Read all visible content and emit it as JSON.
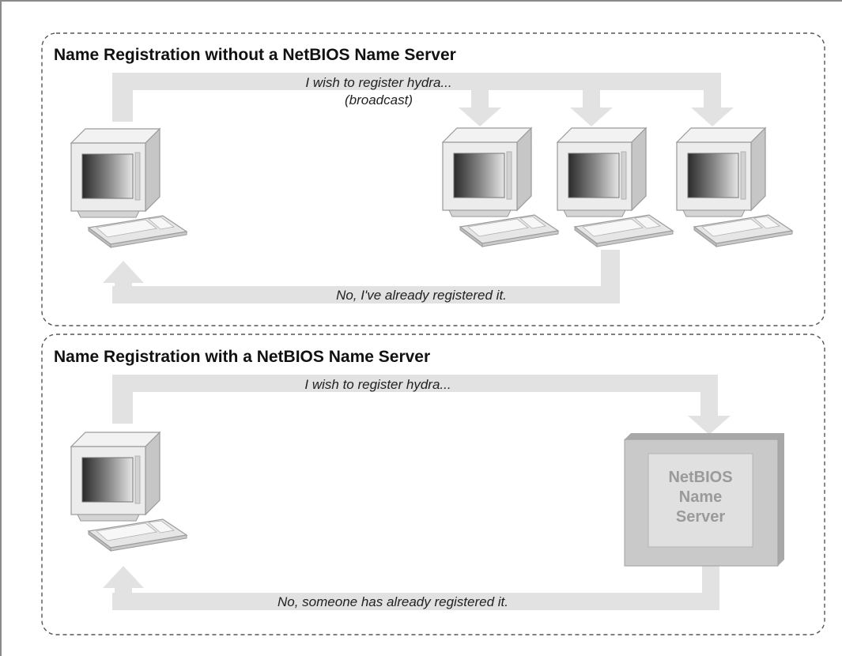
{
  "panels": {
    "without": {
      "title": "Name Registration without a NetBIOS Name Server",
      "request_line1": "I wish to register hydra...",
      "request_line2": "(broadcast)",
      "reply": "No, I've already registered it."
    },
    "with": {
      "title": "Name Registration with a NetBIOS Name Server",
      "request": "I wish to register hydra...",
      "reply": "No, someone has already registered it.",
      "server_line1": "NetBIOS",
      "server_line2": "Name",
      "server_line3": "Server"
    }
  },
  "icons": {
    "computer": "desktop-computer-icon",
    "server": "name-server-box-icon"
  },
  "colors": {
    "arrow": "#e2e2e2",
    "panel_border": "#555555",
    "server_box": "#c9c9c9",
    "server_inner": "#e0e0e0",
    "server_text": "#9a9a9a"
  }
}
